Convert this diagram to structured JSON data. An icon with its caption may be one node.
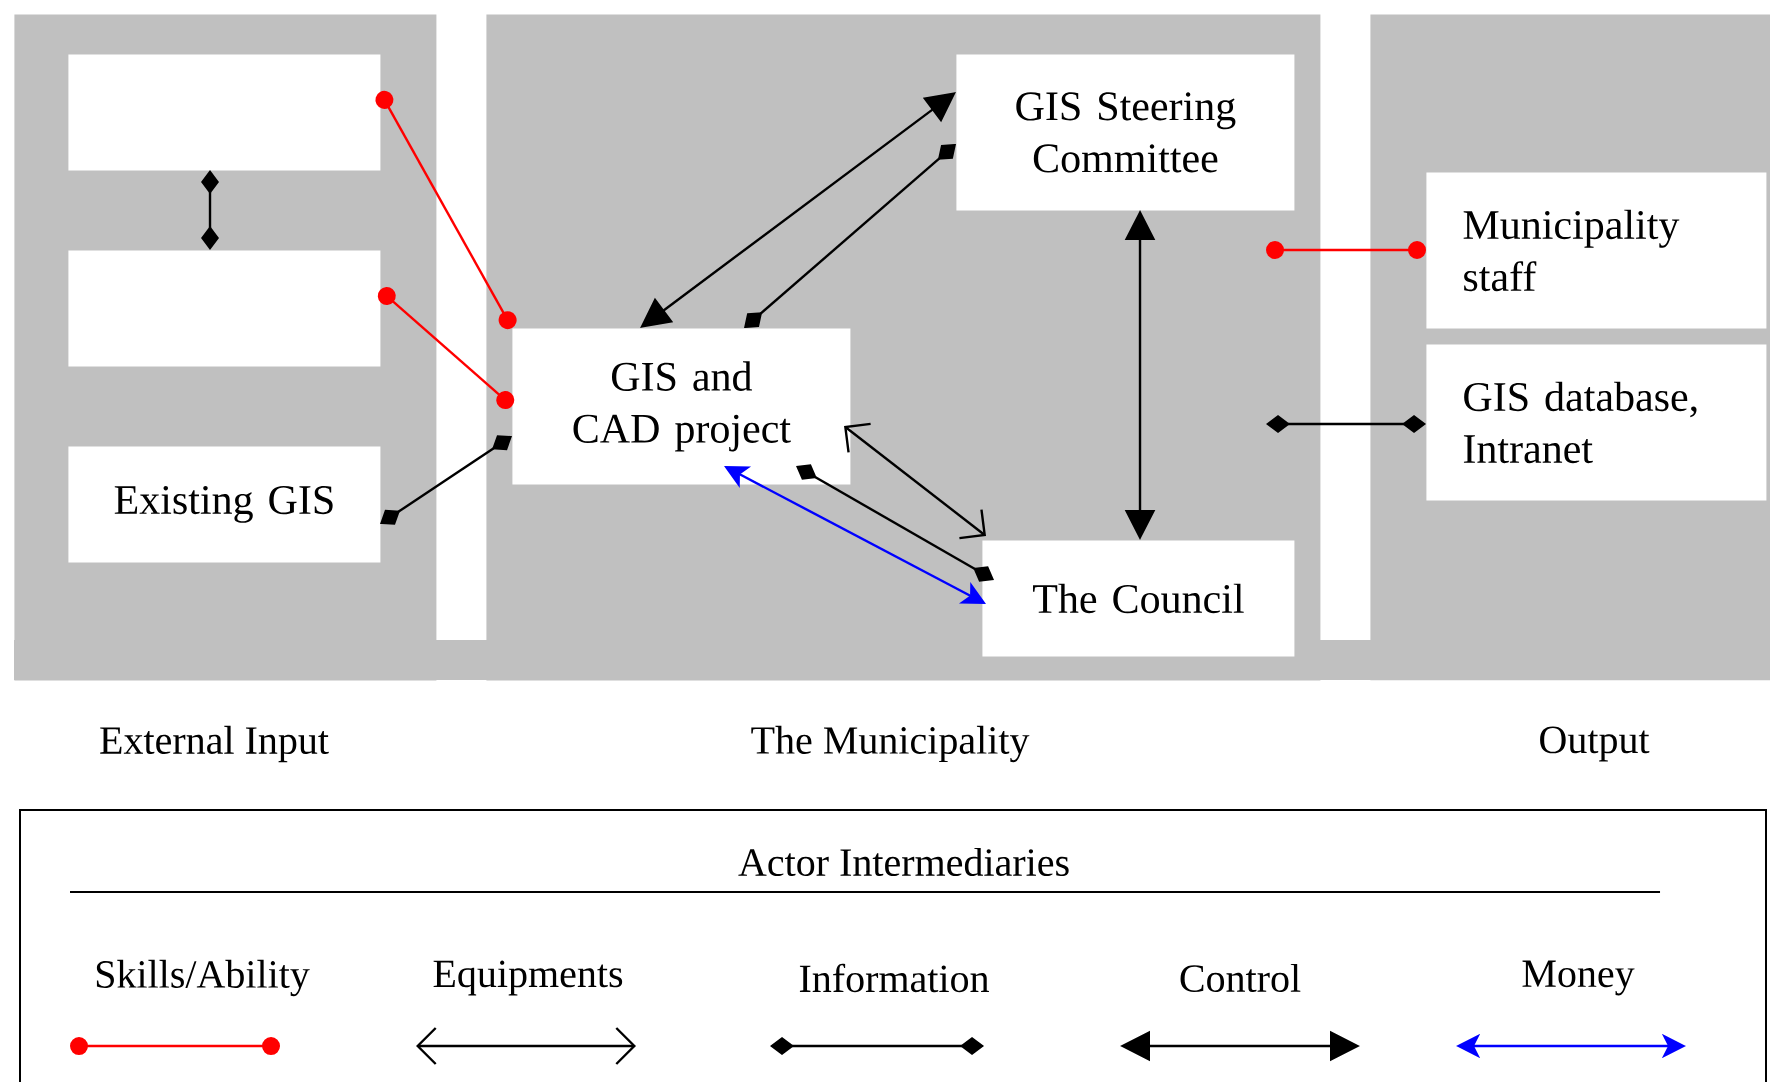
{
  "diagram": {
    "nodes": [
      {
        "text": [
          "External Input"
        ]
      },
      {
        "text": [
          "The Municipality"
        ]
      },
      {
        "text": [
          "Output"
        ]
      },
      {
        "text": [],
        "shape": "box",
        "in": 0
      },
      {
        "text": [],
        "shape": "box",
        "in": 0
      },
      {
        "text": [
          "Existing GIS"
        ],
        "in": 0
      },
      {
        "text": [
          "GIS and CAD project"
        ],
        "in": 1
      },
      {
        "text": [
          "GIS Steering Committee"
        ],
        "in": 1
      },
      {
        "text": [
          "The Council"
        ],
        "in": 1
      },
      {
        "text": [
          "Municipality staff"
        ],
        "in": 2
      },
      {
        "text": [
          "GIS database, Intranet"
        ],
        "in": 2
      }
    ],
    "edges": [
      {
        "from": 3,
        "to": 4,
        "arrow": "other"
      },
      {
        "from": 3,
        "to": 6,
        "arrow": "other",
        "color": "#ff0000"
      },
      {
        "from": 4,
        "to": 6,
        "arrow": "other",
        "color": "#ff0000"
      },
      {
        "from": 5,
        "to": 6,
        "arrow": "other"
      },
      {
        "from": 6,
        "to": 7,
        "arrow": "both"
      },
      {
        "from": 6,
        "to": 7,
        "arrow": "other"
      },
      {
        "from": 6,
        "to": 8,
        "arrow": "both"
      },
      {
        "from": 6,
        "to": 8,
        "arrow": "other"
      },
      {
        "from": 6,
        "to": 8,
        "arrow": "both",
        "color": "#0000ff"
      },
      {
        "from": 7,
        "to": 8,
        "arrow": "both"
      },
      {
        "from": null,
        "to": 9,
        "arrow": "other",
        "color": "#ff0000"
      },
      {
        "from": null,
        "to": 10,
        "arrow": "other"
      }
    ],
    "labels": [
      "Actor Intermediaries"
    ],
    "legend": [
      {
        "text": "Skills/Ability"
      },
      {
        "text": "Equipments"
      },
      {
        "text": "Information"
      },
      {
        "text": "Control"
      },
      {
        "text": "Money"
      }
    ]
  }
}
